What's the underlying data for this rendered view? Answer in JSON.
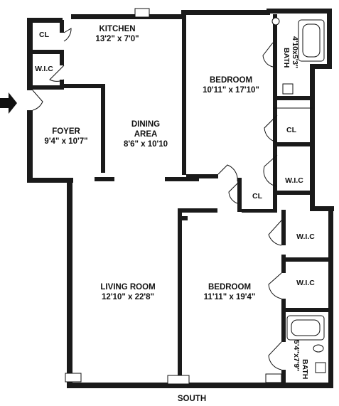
{
  "rooms": {
    "kitchen": {
      "name": "KITCHEN",
      "dims": "13'2\" x 7'0\""
    },
    "dining": {
      "name1": "DINING",
      "name2": "AREA",
      "dims": "8'6\" x 10'10"
    },
    "foyer": {
      "name": "FOYER",
      "dims": "9'4\" x 10'7\""
    },
    "living": {
      "name": "LIVING ROOM",
      "dims": "12'10\" x 22'8\""
    },
    "bedroom1": {
      "name": "BEDROOM",
      "dims": "10'11\" x 17'10\""
    },
    "bedroom2": {
      "name": "BEDROOM",
      "dims": "11'11\" x 19'4\""
    },
    "bath1": {
      "name": "BATH",
      "dims": "4'10x5'3\""
    },
    "bath2": {
      "name": "BATH",
      "dims": "5'4\"x7'9\""
    }
  },
  "closets": {
    "cl_top": "CL",
    "wic_left": "W.I.C",
    "cl_right": "CL",
    "wic_right1": "W.I.C",
    "cl_mid": "CL",
    "wic_right2": "W.I.C",
    "wic_right3": "W.I.C"
  },
  "compass": {
    "label": "SOUTH"
  },
  "entry": {
    "icon": "arrow-right-icon"
  },
  "colors": {
    "wall": "#1a1a1a",
    "paper": "#ffffff",
    "text": "#111111"
  }
}
